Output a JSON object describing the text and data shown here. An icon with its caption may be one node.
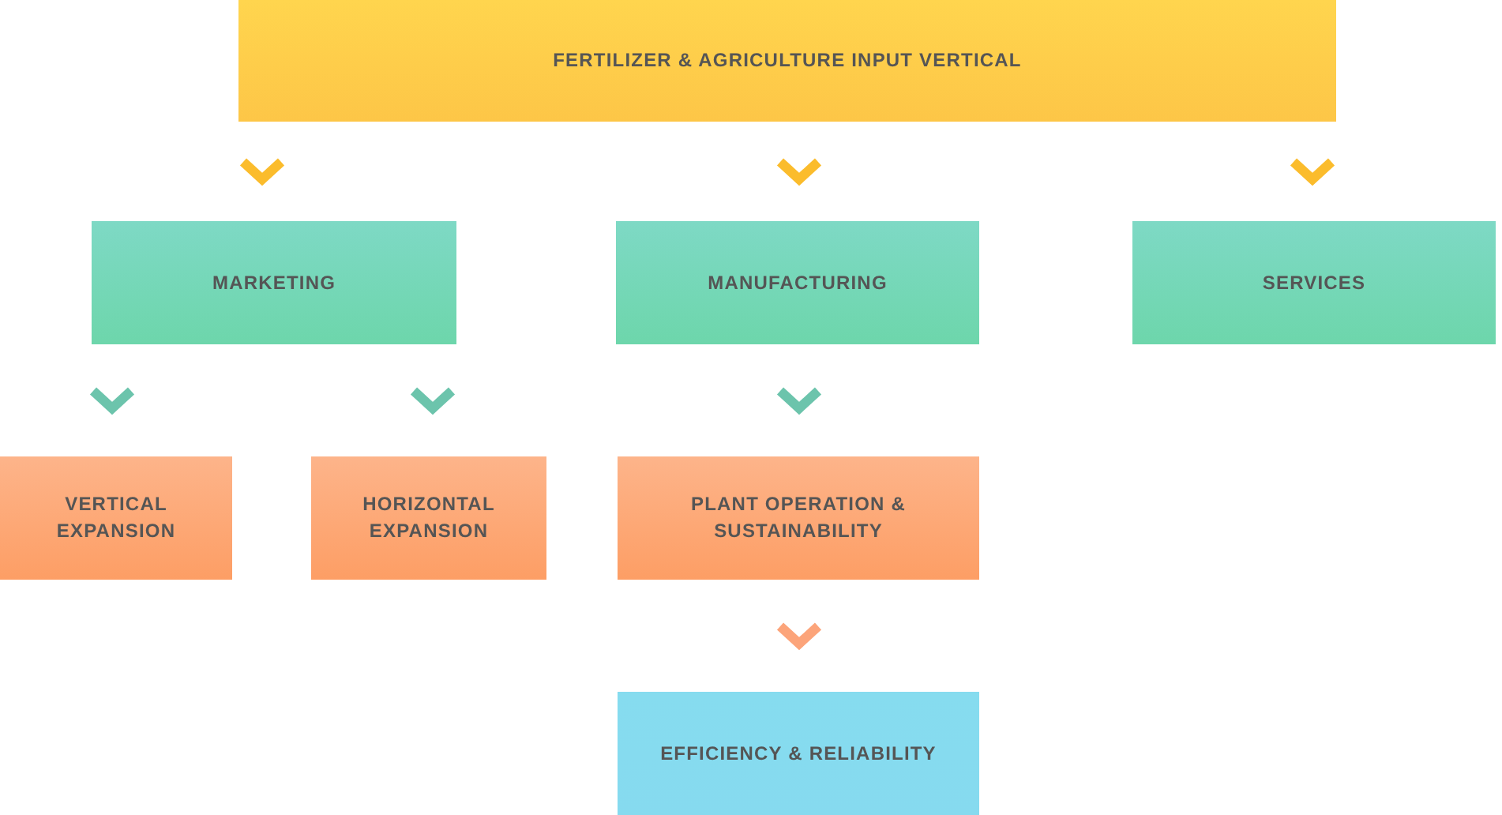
{
  "diagram": {
    "nodes": [
      {
        "text": [
          "FERTILIZER & AGRICULTURE INPUT VERTICAL"
        ]
      },
      {
        "text": [
          "MARKETING"
        ]
      },
      {
        "text": [
          "MANUFACTURING"
        ]
      },
      {
        "text": [
          "SERVICES"
        ]
      },
      {
        "text": [
          "VERTICAL EXPANSION"
        ]
      },
      {
        "text": [
          "HORIZONTAL EXPANSION"
        ]
      },
      {
        "text": [
          "PLANT OPERATION & SUSTAINABILITY"
        ]
      },
      {
        "text": [
          "EFFICIENCY & RELIABILITY"
        ]
      }
    ],
    "edges": [
      {
        "from": 0,
        "to": 1,
        "arrow": "to",
        "color": "#fbbc2c"
      },
      {
        "from": 0,
        "to": 2,
        "arrow": "to",
        "color": "#fbbc2c"
      },
      {
        "from": 0,
        "to": 3,
        "arrow": "to",
        "color": "#fbbc2c"
      },
      {
        "from": 1,
        "to": 4,
        "arrow": "to",
        "color": "#6cc4ac"
      },
      {
        "from": 1,
        "to": 5,
        "arrow": "to",
        "color": "#6cc4ac"
      },
      {
        "from": 2,
        "to": 6,
        "arrow": "to",
        "color": "#6cc4ac"
      },
      {
        "from": 6,
        "to": 7,
        "arrow": "to",
        "color": "#fca47a"
      }
    ]
  }
}
